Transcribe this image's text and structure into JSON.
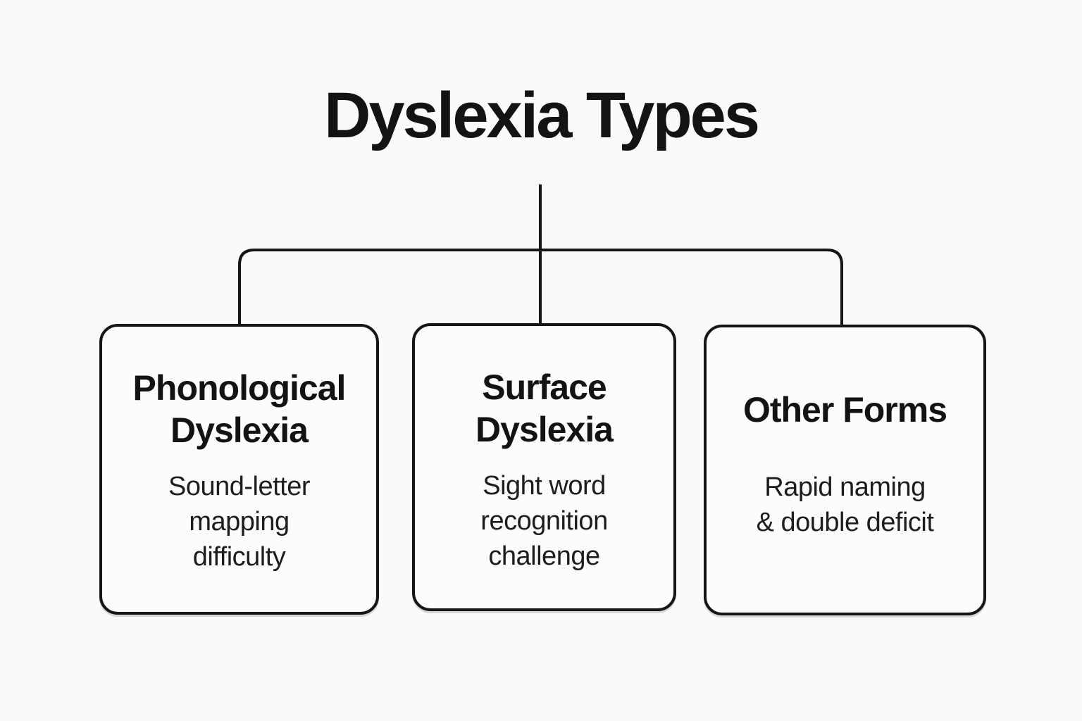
{
  "title": "Dyslexia Types",
  "colors": {
    "background": "#fafaf8",
    "line": "#161616",
    "heading_text": "#131313",
    "body_text": "#1d1d1d"
  },
  "nodes": [
    {
      "id": "phonological",
      "heading": "Phonological\nDyslexia",
      "body": "Sound-letter\nmapping\ndifficulty"
    },
    {
      "id": "surface",
      "heading": "Surface\nDyslexia",
      "body": "Sight word\nrecognition\nchallenge"
    },
    {
      "id": "other-forms",
      "heading": "Other Forms",
      "body": "Rapid naming\n& double deficit"
    }
  ]
}
